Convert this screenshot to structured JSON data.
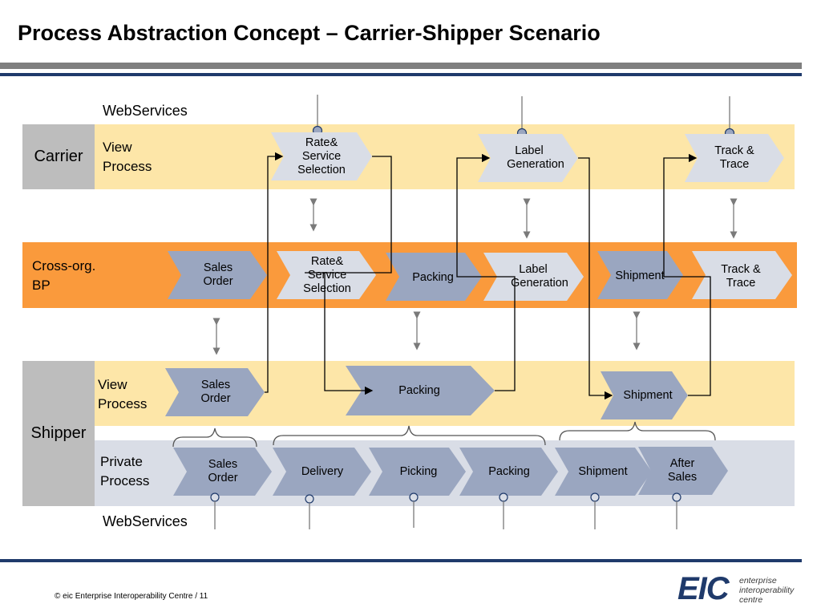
{
  "title": "Process Abstraction Concept – Carrier-Shipper Scenario",
  "top_label": "WebServices",
  "bottom_label": "WebServices",
  "carrier": {
    "label": "Carrier",
    "view_label_line1": "View",
    "view_label_line2": "Process",
    "steps": [
      {
        "line1": "Rate&",
        "line2": "Service",
        "line3": "Selection"
      },
      {
        "line1": "Label",
        "line2": "Generation"
      },
      {
        "line1": "Track &",
        "line2": "Trace"
      }
    ]
  },
  "crossorg": {
    "label_line1": "Cross-org.",
    "label_line2": "BP",
    "steps": [
      {
        "line1": "Sales",
        "line2": "Order"
      },
      {
        "line1": "Rate&",
        "line2": "Service",
        "line3": "Selection"
      },
      {
        "line1": "Packing"
      },
      {
        "line1": "Label",
        "line2": "Generation"
      },
      {
        "line1": "Shipment"
      },
      {
        "line1": "Track &",
        "line2": "Trace"
      }
    ]
  },
  "shipper": {
    "label": "Shipper",
    "view_label_line1": "View",
    "view_label_line2": "Process",
    "view_steps": [
      {
        "line1": "Sales",
        "line2": "Order"
      },
      {
        "line1": "Packing"
      },
      {
        "line1": "Shipment"
      }
    ],
    "private_label_line1": "Private",
    "private_label_line2": "Process",
    "private_steps": [
      {
        "line1": "Sales",
        "line2": "Order"
      },
      {
        "line1": "Delivery"
      },
      {
        "line1": "Picking"
      },
      {
        "line1": "Packing"
      },
      {
        "line1": "Shipment"
      },
      {
        "line1": "After",
        "line2": "Sales"
      }
    ]
  },
  "footer": "©  eic Enterprise Interoperability Centre / 11",
  "logo": {
    "mark": "EIC",
    "line1": "enterprise",
    "line2": "interoperability",
    "line3": "centre"
  },
  "colors": {
    "band_yellow": "#fde6a8",
    "band_orange": "#fa9a3c",
    "band_gray_blue": "#d9dde6",
    "row_label_gray": "#bdbdbd",
    "chevron_dark": "#9aa6c0",
    "chevron_light": "#d9dde6",
    "navy": "#1f3a6b"
  }
}
